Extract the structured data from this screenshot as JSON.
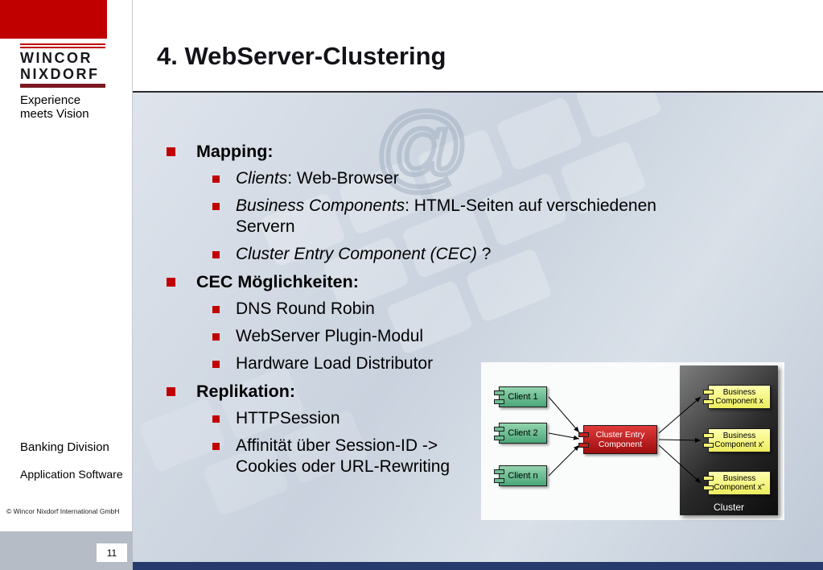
{
  "header": {
    "title": "4. WebServer-Clustering"
  },
  "sidebar": {
    "logo_line1": "WINCOR",
    "logo_line2": "NIXDORF",
    "tagline_line1": "Experience",
    "tagline_line2": "meets Vision",
    "division": "Banking Division",
    "department": "Application Software",
    "copyright": "© Wincor Nixdorf International GmbH",
    "page_number": "11"
  },
  "background": {
    "at_symbol": "@"
  },
  "content": {
    "sections": [
      {
        "label": "Mapping:",
        "items": [
          {
            "parts": [
              {
                "text": "Clients",
                "italic": true
              },
              {
                "text": ": Web-Browser",
                "italic": false
              }
            ]
          },
          {
            "parts": [
              {
                "text": "Business Components",
                "italic": true
              },
              {
                "text": ": HTML-Seiten auf verschiedenen",
                "italic": false
              },
              {
                "text": "Servern",
                "italic": false
              }
            ]
          },
          {
            "parts": [
              {
                "text": "Cluster Entry Component (CEC)",
                "italic": true
              },
              {
                "text": " ?",
                "italic": false
              }
            ]
          }
        ]
      },
      {
        "label": "CEC Möglichkeiten:",
        "items": [
          {
            "parts": [
              {
                "text": "DNS Round Robin",
                "italic": false
              }
            ]
          },
          {
            "parts": [
              {
                "text": "WebServer Plugin-Modul",
                "italic": false
              }
            ]
          },
          {
            "parts": [
              {
                "text": "Hardware Load Distributor",
                "italic": false
              }
            ]
          }
        ]
      },
      {
        "label": "Replikation:",
        "items": [
          {
            "parts": [
              {
                "text": "HTTPSession",
                "italic": false
              }
            ]
          },
          {
            "parts": [
              {
                "text": "Affinität über Session-ID ->",
                "italic": false
              },
              {
                "text": "Cookies oder URL-Rewriting",
                "italic": false
              }
            ]
          }
        ]
      }
    ]
  },
  "diagram": {
    "clients": [
      "Client 1",
      "Client 2",
      "Client n"
    ],
    "cec_line1": "Cluster Entry",
    "cec_line2": "Component",
    "business_components": [
      {
        "line1": "Business",
        "line2": "Component x"
      },
      {
        "line1": "Business",
        "line2": "Component x'"
      },
      {
        "line1": "Business",
        "line2": "Component x''"
      }
    ],
    "cluster_label": "Cluster"
  },
  "colors": {
    "brand_red": "#c00000",
    "logo_maroon": "#7d1822",
    "footer_navy": "#263a6e",
    "client_green": "#5fb489",
    "cec_red": "#c41414",
    "component_yellow": "#f5f576"
  }
}
